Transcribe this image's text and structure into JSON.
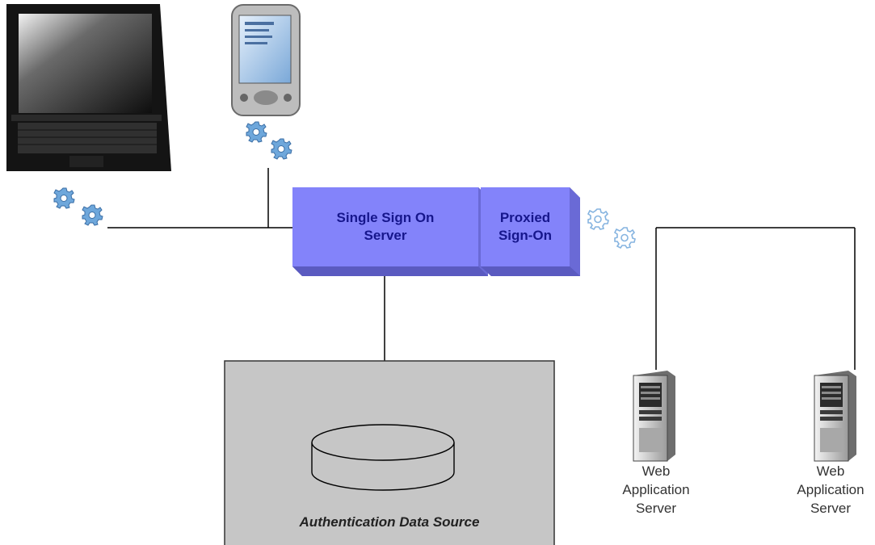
{
  "sso_server": {
    "line1": "Single Sign On",
    "line2": "Server"
  },
  "proxied": {
    "line1": "Proxied",
    "line2": "Sign-On"
  },
  "data_source": {
    "label": "Authentication Data Source"
  },
  "web_servers": [
    {
      "line1": "Web",
      "line2": "Application",
      "line3": "Server"
    },
    {
      "line1": "Web",
      "line2": "Application",
      "line3": "Server"
    }
  ],
  "colors": {
    "box_face": "#8383fa",
    "box_side": "#6a6ad6",
    "box_text": "#16168c",
    "gear_filled": "#6ea7db",
    "gear_outline": "#9cc4ea",
    "data_panel": "#c6c6c6"
  },
  "icons": [
    "laptop-icon",
    "pda-icon",
    "gear-icon",
    "database-icon",
    "server-tower-icon"
  ]
}
